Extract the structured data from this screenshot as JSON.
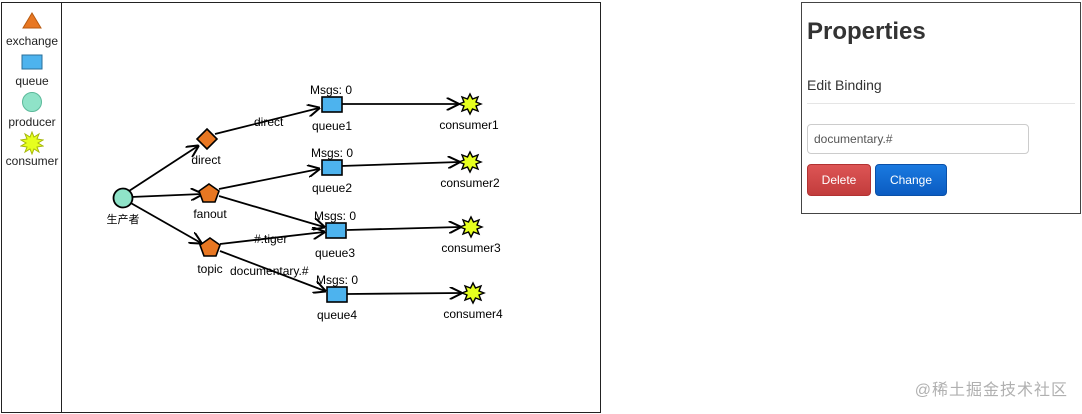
{
  "palette": {
    "items": [
      {
        "label": "exchange",
        "icon": "triangle-icon"
      },
      {
        "label": "queue",
        "icon": "rectangle-icon"
      },
      {
        "label": "producer",
        "icon": "circle-icon"
      },
      {
        "label": "consumer",
        "icon": "starburst-icon"
      }
    ]
  },
  "graph": {
    "producer": {
      "label": "生产者"
    },
    "exchanges": [
      {
        "label": "direct"
      },
      {
        "label": "fanout"
      },
      {
        "label": "topic"
      }
    ],
    "queues": [
      {
        "label": "queue1",
        "msgs": "Msgs: 0"
      },
      {
        "label": "queue2",
        "msgs": "Msgs: 0"
      },
      {
        "label": "queue3",
        "msgs": "Msgs: 0"
      },
      {
        "label": "queue4",
        "msgs": "Msgs: 0"
      }
    ],
    "consumers": [
      {
        "label": "consumer1"
      },
      {
        "label": "consumer2"
      },
      {
        "label": "consumer3"
      },
      {
        "label": "consumer4"
      }
    ],
    "bindings": [
      {
        "label": "direct"
      },
      {
        "label": "#.tiger"
      },
      {
        "label": "documentary.#"
      }
    ]
  },
  "properties": {
    "title": "Properties",
    "subtitle": "Edit Binding",
    "binding_value": "documentary.#",
    "delete_label": "Delete",
    "change_label": "Change"
  },
  "watermark": "@稀土掘金技术社区",
  "colors": {
    "exchange": "#e87722",
    "queue": "#4db3ee",
    "producer": "#8fe3c8",
    "consumer": "#e6ff1f"
  }
}
